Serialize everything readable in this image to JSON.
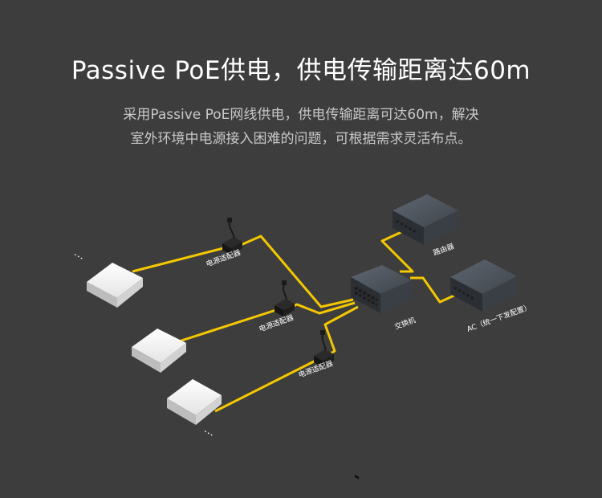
{
  "header": {
    "title": "Passive PoE供电，供电传输距离达60m",
    "desc_line1": "采用Passive PoE网线供电，供电传输距离可达60m，解决",
    "desc_line2": "室外环境中电源接入困难的问题，可根据需求灵活布点。"
  },
  "diagram": {
    "adapter_label_1": "电源适配器",
    "adapter_label_2": "电源适配器",
    "adapter_label_3": "电源适配器",
    "switch_label": "交换机",
    "router_label": "路由器",
    "ac_label": "AC（统一下发配置）",
    "ellipsis_top": "⋮",
    "ellipsis_bottom": "⋮",
    "cable_color": "#f4c800"
  }
}
